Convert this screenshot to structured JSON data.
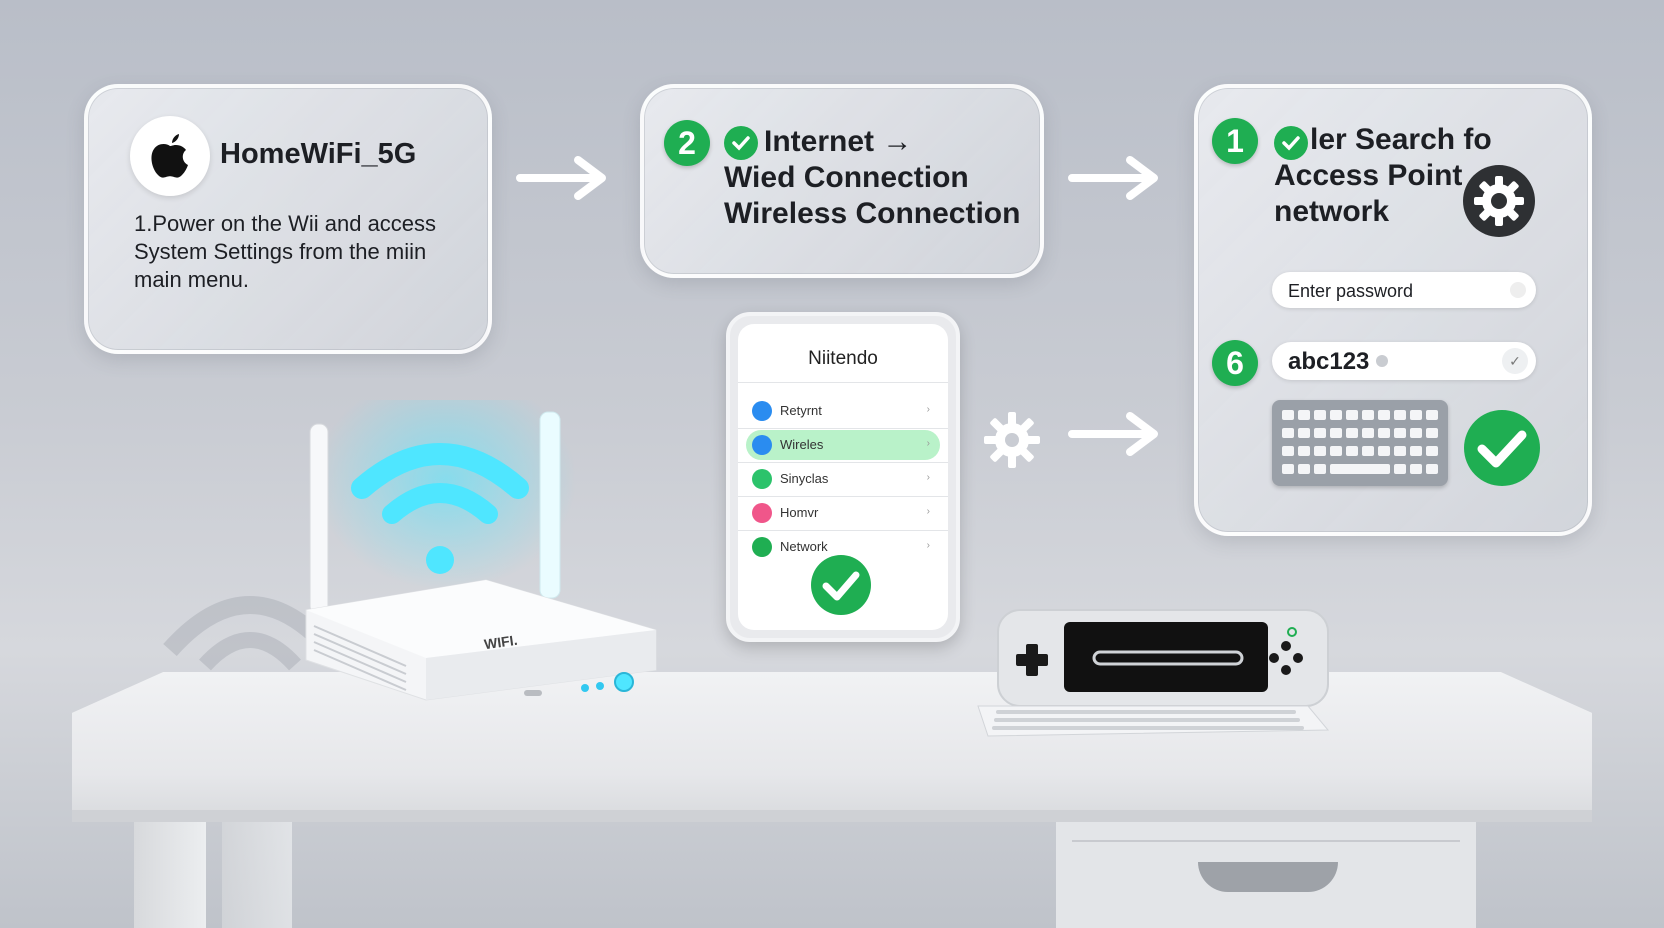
{
  "card1": {
    "ssid": "HomeWiFi_5G",
    "instruction": "1.Power on the Wii and access System Settings from the miin main menu."
  },
  "card2": {
    "badge": "2",
    "line1": "Internet →",
    "line2": "Wied Connection",
    "line3": "Wireless Connection"
  },
  "card3": {
    "badge_top": "1",
    "line1": "ler Search fo",
    "line2": "Access Point",
    "line3": "network",
    "password_placeholder": "Enter password",
    "badge_bottom": "6",
    "password_value": "abc123"
  },
  "phone": {
    "title": "Niitendo",
    "menu": [
      {
        "label": "Retyrnt",
        "color": "#2a8cf0",
        "selected": false
      },
      {
        "label": "Wireles",
        "color": "#2a8cf0",
        "selected": true
      },
      {
        "label": "Sinyclas",
        "color": "#2cc36b",
        "selected": false
      },
      {
        "label": "Homvr",
        "color": "#f0568a",
        "selected": false
      },
      {
        "label": "Network",
        "color": "#1fae52",
        "selected": false
      }
    ]
  },
  "router": {
    "label": "WIFI."
  },
  "colors": {
    "accent_green": "#1fae52",
    "wifi_cyan": "#4fe6ff",
    "selected_row": "#b9f2c9"
  }
}
